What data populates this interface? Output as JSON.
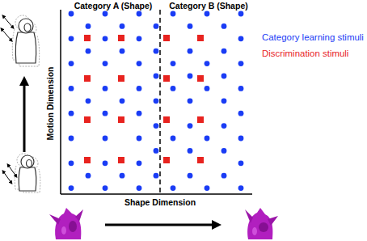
{
  "diagram": {
    "labels": [
      "Category A (Shape)",
      "Category B (Shape)",
      "Motion Dimension",
      "Shape Dimension"
    ],
    "legend": [
      {
        "text": "Category learning stimuli",
        "color": "#1a3cf5"
      },
      {
        "text": "Discrimination stimuli",
        "color": "#e8231f"
      }
    ]
  }
}
